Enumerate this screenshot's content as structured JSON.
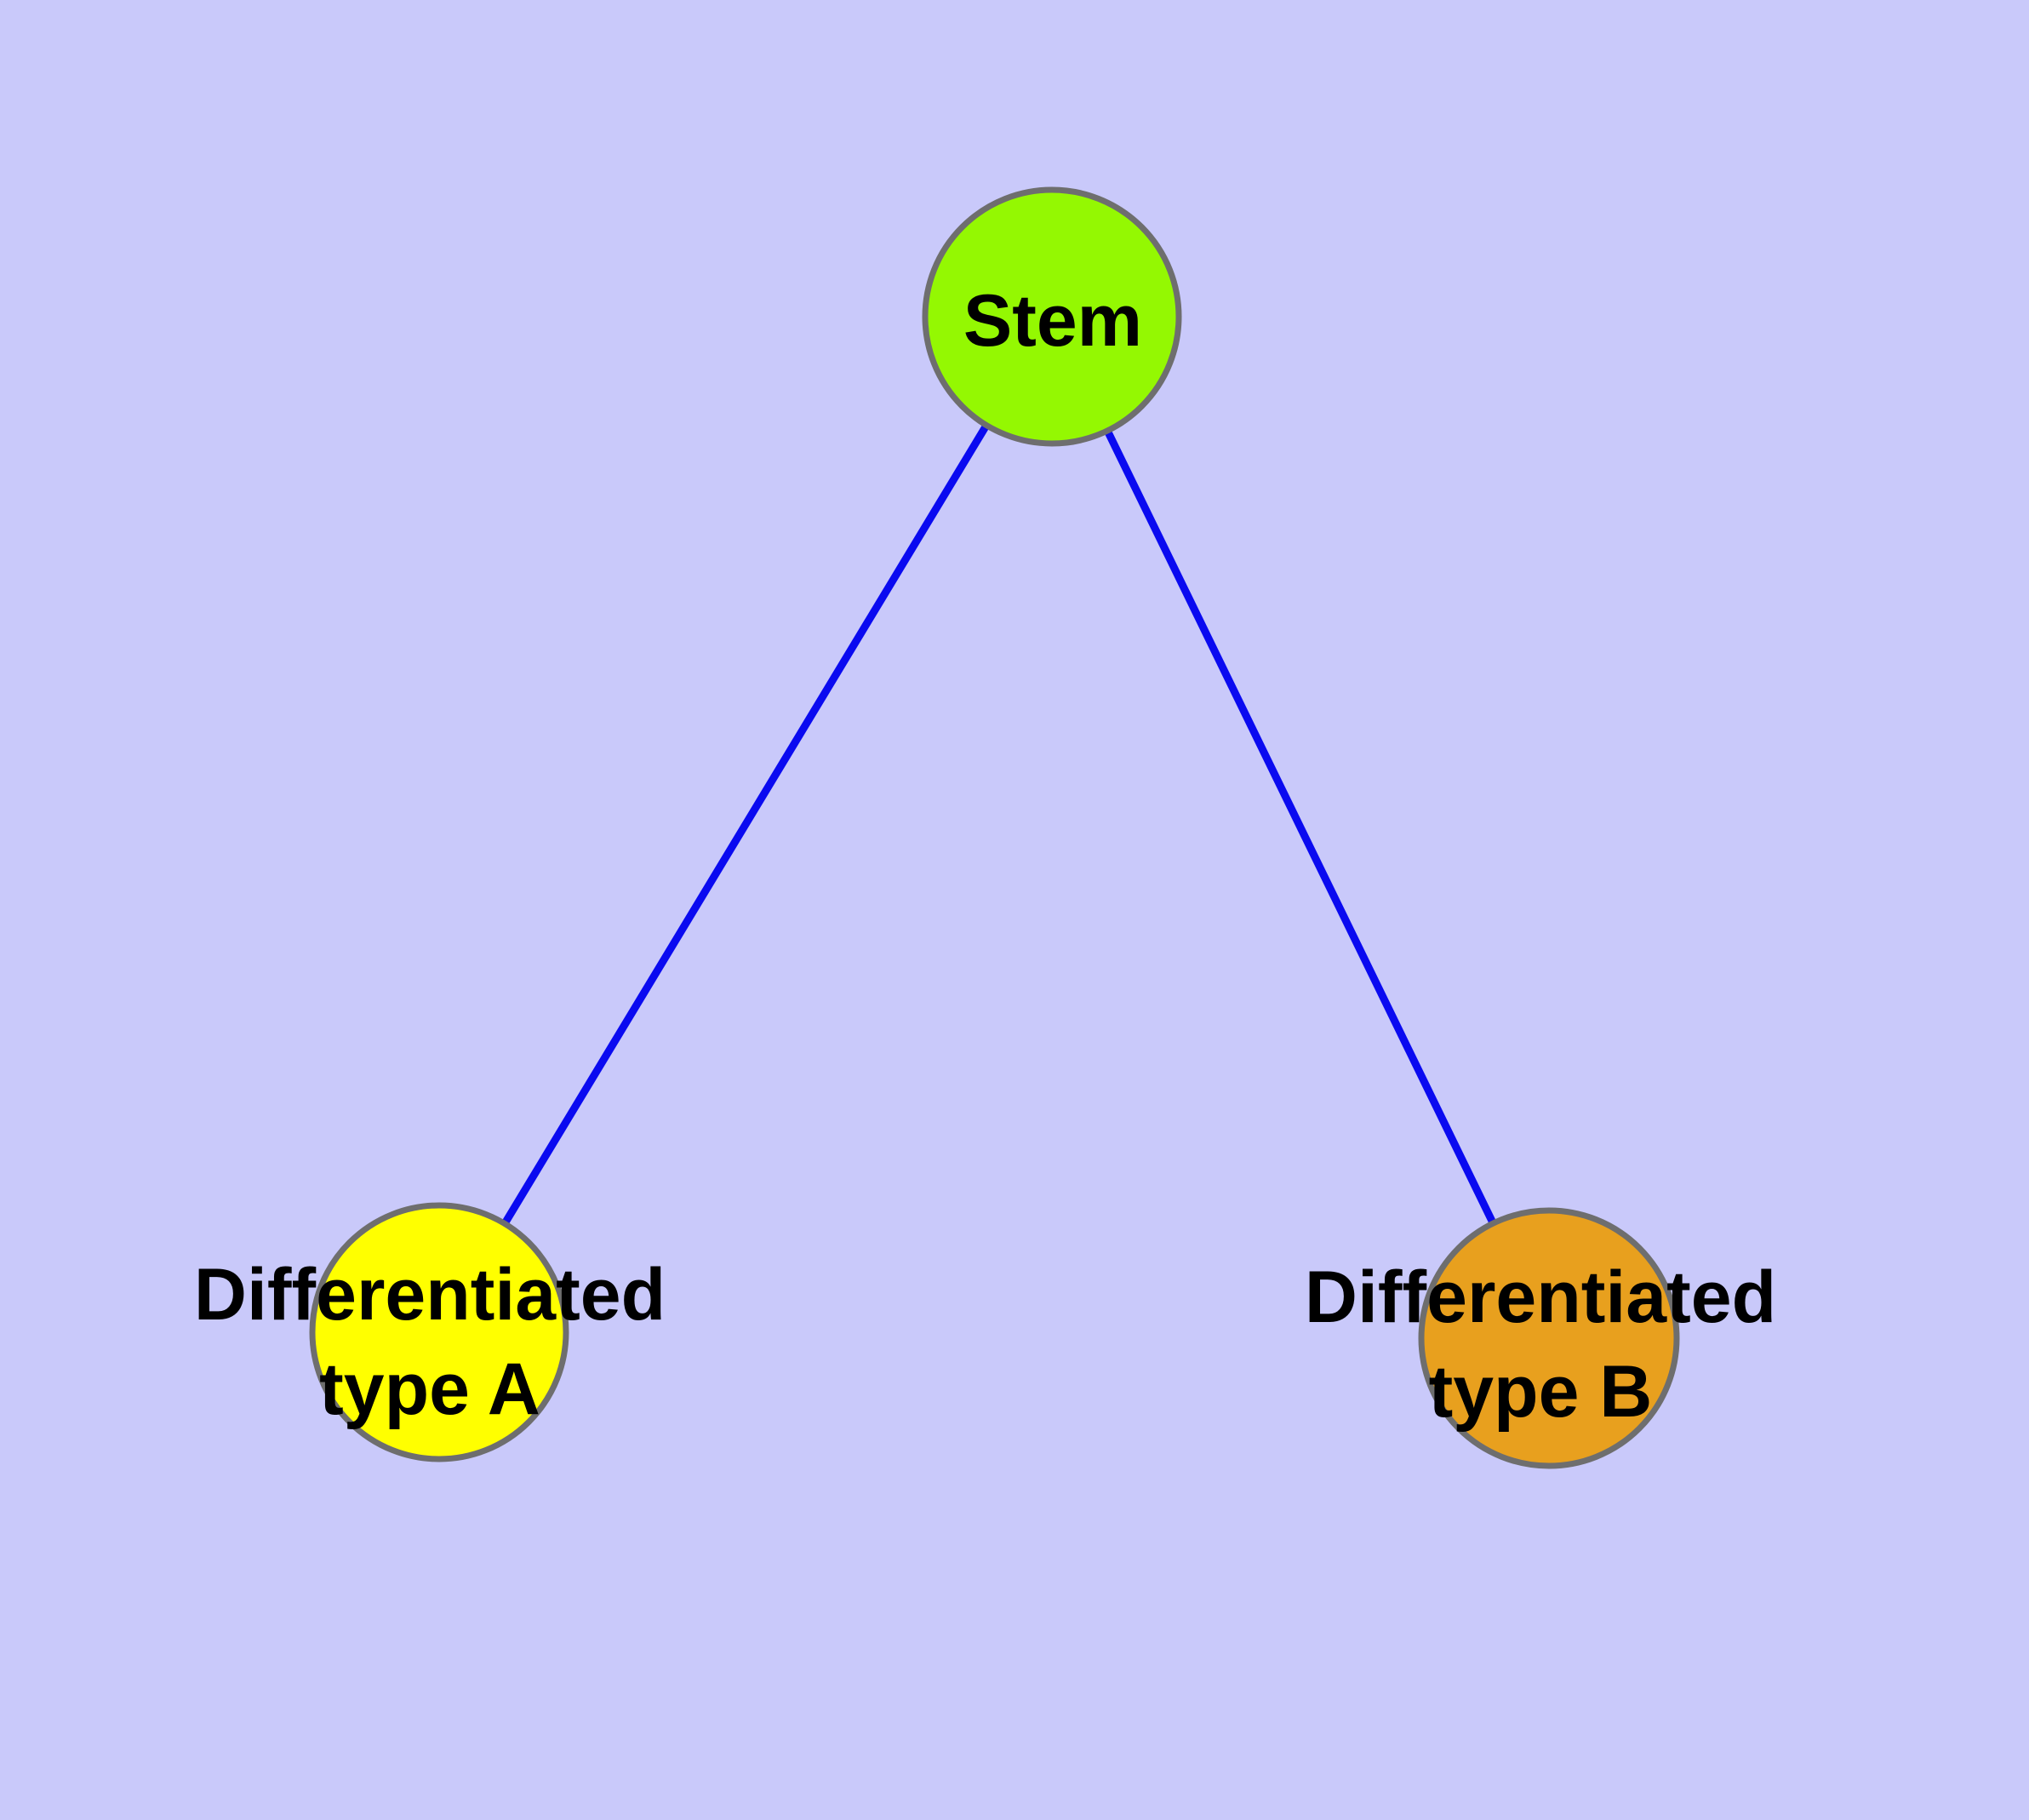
{
  "diagram": {
    "background_color": "#C9C9FA",
    "edge_color": "#0A0AF0",
    "node_border_color": "#6E6E6E",
    "label_color": "#000000",
    "nodes": {
      "stem": {
        "label": "Stem",
        "fill": "#94F802"
      },
      "differentiated_a": {
        "label_line1": "Differentiated",
        "label_line2": "type A",
        "fill": "#FFFF00"
      },
      "differentiated_b": {
        "label_line1": "Differentiated",
        "label_line2": "type B",
        "fill": "#E8A01E"
      }
    },
    "edges": [
      {
        "from": "Stem",
        "to": "Differentiated type A"
      },
      {
        "from": "Stem",
        "to": "Differentiated type B"
      }
    ]
  }
}
